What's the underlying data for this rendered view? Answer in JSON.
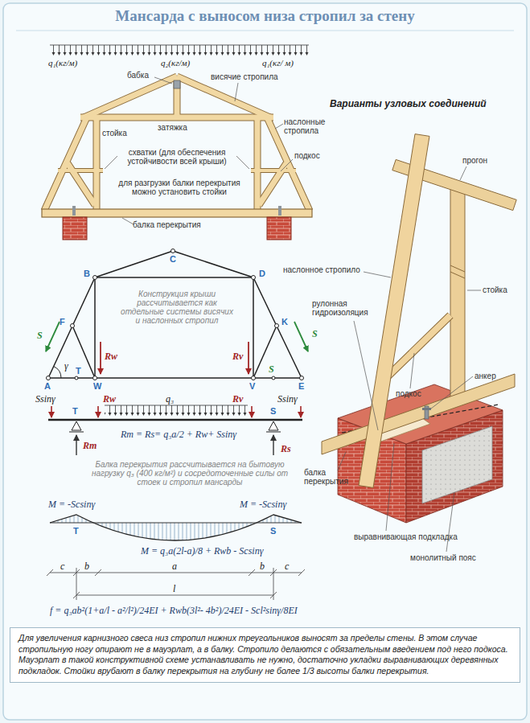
{
  "diagram": {
    "title": "Мансарда с выносом низа стропил за стену",
    "caption": "Для увеличения карнизного свеса низ стропил нижних треугольников выносят за пределы стены. В этом случае стропильную ногу опирают не в мауэрлат, а в балку. Стропило делаются с обязательным введением под него подкоса. Мауэрлат в такой конструктивной схеме устанавливать не нужно, достаточно укладки выравнивающих деревянных подкладок. Стойки врубают в балку перекрытия на глубину не более 1/3 высоты балки перекрытия.",
    "labels": [
      "q₁(кг/м)",
      "q₂(кг/м)",
      "q₁(кг/ м)",
      "бабка",
      "висячие стропила",
      "затяжка",
      "стойка",
      "наслонные стропила",
      "схватки (для обеспечения устойчивости всей крыши)",
      "подкос",
      "для разгрузки балки перекрытия можно установить стойки",
      "балка перекрытия",
      "Варианты узловых соединений",
      "прогон",
      "C",
      "B",
      "D",
      "Конструкция крыши рассчитывается как отдельные системы висячих и наслонных стропил",
      "наслонное стропило",
      "стойка",
      "F",
      "K",
      "рулонная гидроизоляция",
      "S",
      "γ",
      "T",
      "Rw",
      "Rv",
      "S",
      "S",
      "подкос",
      "A",
      "W",
      "V",
      "E",
      "анкер",
      "Ssinγ",
      "T",
      "Rw",
      "q₃",
      "Rv",
      "Ssinγ",
      "S",
      "Rт = Rs= q₃a/2 + Rw+ Ssinγ",
      "Rт",
      "Rs",
      "балка перекрытия",
      "Балка перекрытия рассчитывается на бытовую нагрузку q₃ (400 кг/м²) и сосредоточенные силы от стоек и стропил мансарды",
      "M = -Scsinγ",
      "M = -Scsinγ",
      "T",
      "S",
      "выравнивающая подкладка",
      "M = q₃a(2l-a)/8 + Rwb - Scsinγ",
      "монолитный пояс",
      "c",
      "b",
      "a",
      "b",
      "c",
      "l",
      "f = q₃ab²(1+a/l - a²/l²)/24EI + Rwb(3l²- 4b²)/24EI - Scl²sinγ/8EI"
    ]
  }
}
